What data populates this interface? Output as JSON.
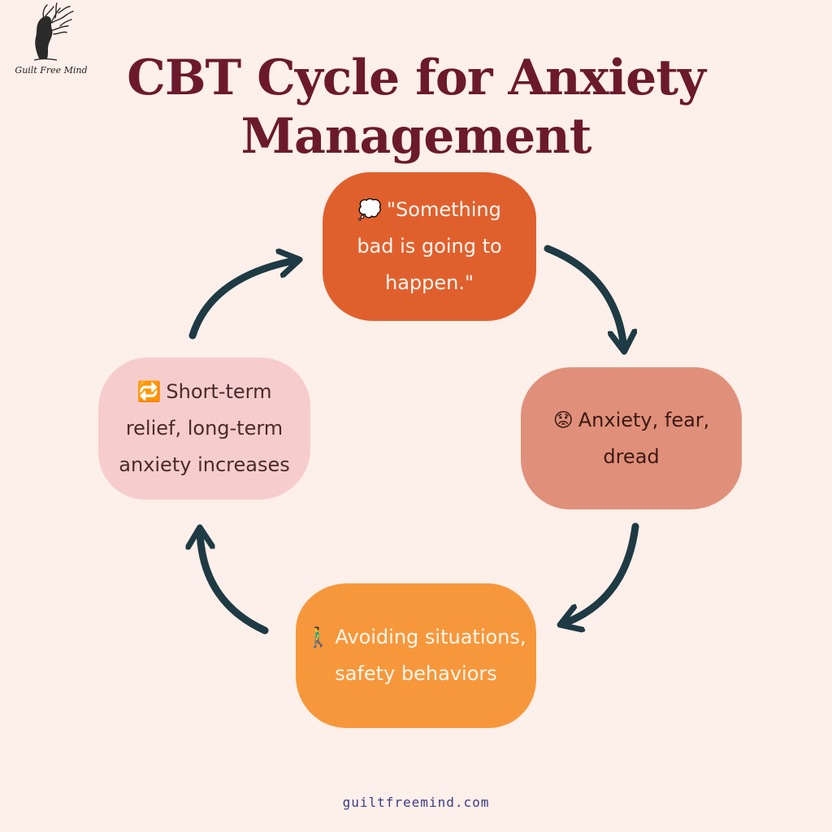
{
  "brand": {
    "logo_text": "Guilt Free Mind"
  },
  "title": {
    "line1": "CBT Cycle for Anxiety",
    "line2": "Management"
  },
  "cycle": {
    "thought": {
      "icon": "thought-bubble-icon",
      "emoji": "💭",
      "text": "\"Something bad is going to happen.\""
    },
    "emotion": {
      "icon": "worried-face-icon",
      "emoji": "😟",
      "text": "Anxiety, fear, dread"
    },
    "behavior": {
      "icon": "man-walking-icon",
      "emoji": "🚶‍♂️",
      "text": "Avoiding situations, safety behaviors"
    },
    "consequence": {
      "icon": "repeat-icon",
      "emoji": "🔁",
      "text": "Short-term relief, long-term anxiety increases"
    }
  },
  "colors": {
    "background": "#fdefe9",
    "title": "#6b1a2c",
    "thought": "#e0602d",
    "emotion": "#e0907a",
    "behavior": "#f7973c",
    "consequence": "#f6cdcc",
    "arrow": "#1e3a44"
  },
  "footer": {
    "link": "guiltfreemind.com"
  }
}
